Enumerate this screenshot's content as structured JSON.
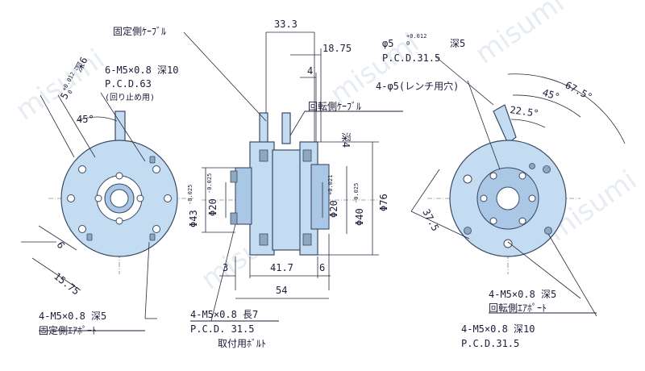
{
  "watermark": "misumi",
  "top": {
    "fixed_cable": "固定側ｹｰﾌﾞﾙ",
    "rotating_cable": "回転側ｹｰﾌﾞﾙ",
    "dim_33_3": "33.3",
    "dim_18_75": "18.75",
    "dim_4": "4",
    "depth4": "深4"
  },
  "left_view": {
    "tapped_line1": "6-M5×0.8 深10",
    "tapped_line2": "P.C.D.63",
    "tapped_line3": "(回り止め用)",
    "angle_45": "45°",
    "dim_5": "5",
    "tol_5_plus": "+0.012",
    "tol_5_minus": "0",
    "depth6": "深6",
    "dim_6": "6",
    "dim_15_75": "15.75",
    "port_line1": "4-M5×0.8 深5",
    "port_line2": "固定側ｴｱﾎﾟｰﾄ"
  },
  "center_view": {
    "dia43": "Φ43",
    "dia43_tol": "-0.025",
    "dia20a": "Φ20",
    "dia20a_tol": "-0.025",
    "dia20b": "Φ20",
    "dia20b_tol": "+0.021",
    "dia40": "Φ40",
    "dia40_tol": "-0.025",
    "dia76": "Φ76",
    "dim_3": "3",
    "dim_41_7": "41.7",
    "dim_6": "6",
    "dim_54": "54",
    "bolt_line1": "4-M5×0.8 長7",
    "bolt_line2": "P.C.D. 31.5",
    "bolt_line3": "取付用ﾎﾞﾙﾄ"
  },
  "right_view": {
    "phi5_line1": "φ5",
    "phi5_tol_plus": "+0.012",
    "phi5_tol_minus": "0",
    "phi5_depth": "深5",
    "phi5_line2": "P.C.D.31.5",
    "wrench_holes": "4-φ5(レンチ用穴)",
    "angle_67_5": "67.5°",
    "angle_45": "45°",
    "angle_22_5": "22.5°",
    "dim_37_5": "37.5",
    "port_line1": "4-M5×0.8 深5",
    "port_line2": "回転側ｴｱﾎﾟｰﾄ",
    "tapped_line1": "4-M5×0.8 深10",
    "tapped_line2": "P.C.D.31.5"
  }
}
